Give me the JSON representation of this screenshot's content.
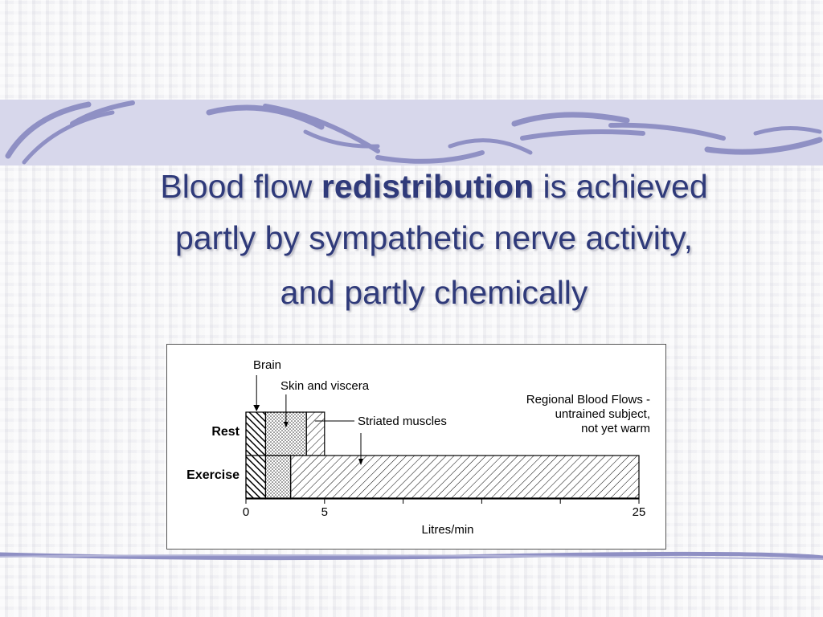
{
  "slide": {
    "title_line1_pre": "Blood flow ",
    "title_line1_bold": "redistribution",
    "title_line1_post": " is achieved",
    "title_line2": "partly by sympathetic nerve activity,",
    "title_line3": "and partly chemically",
    "accent_color": "#2f3a7a",
    "banner_color": "#d7d7eb",
    "swoosh_color": "#8f90c4"
  },
  "chart_data": {
    "type": "bar",
    "stacked": true,
    "orientation": "horizontal",
    "title": "Regional Blood Flows - untrained subject, not yet warm",
    "title_lines": [
      "Regional Blood Flows -",
      "untrained subject,",
      "not yet warm"
    ],
    "xlabel": "Litres/min",
    "ylabel": "",
    "xlim": [
      0,
      25
    ],
    "xticks": [
      0,
      5,
      10,
      15,
      20,
      25
    ],
    "xtick_labels": [
      "0",
      "5",
      "",
      "",
      "",
      "25"
    ],
    "categories": [
      "Rest",
      "Exercise"
    ],
    "series": [
      {
        "name": "Brain",
        "values": [
          1.25,
          1.25
        ],
        "pattern": "hatch-dense"
      },
      {
        "name": "Skin  and viscera",
        "values": [
          2.6,
          1.6
        ],
        "pattern": "dots"
      },
      {
        "name": "Striated muscles",
        "values": [
          1.15,
          22.15
        ],
        "pattern": "hatch-sparse"
      }
    ]
  }
}
